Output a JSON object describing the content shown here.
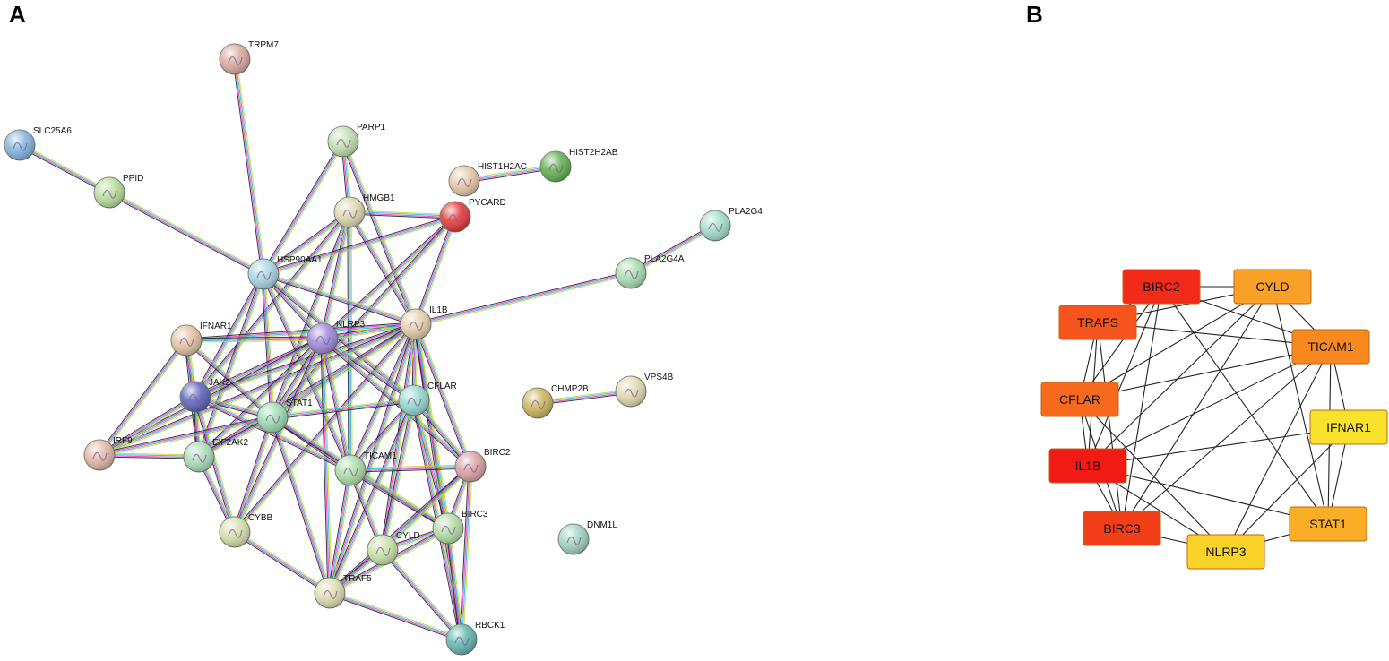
{
  "panels": {
    "a": {
      "label": "A",
      "nodes": [
        {
          "id": "TRPM7",
          "label": "TRPM7",
          "color": "#d9a79c"
        },
        {
          "id": "SLC25A6",
          "label": "SLC25A6",
          "color": "#7fb2dd"
        },
        {
          "id": "PPID",
          "label": "PPID",
          "color": "#b8dc9a"
        },
        {
          "id": "PARP1",
          "label": "PARP1",
          "color": "#c3deb0"
        },
        {
          "id": "HMGB1",
          "label": "HMGB1",
          "color": "#ddd7ad"
        },
        {
          "id": "HIST1H2AC",
          "label": "HIST1H2AC",
          "color": "#e6c6a8"
        },
        {
          "id": "HIST2H2AB",
          "label": "HIST2H2AB",
          "color": "#5fae4f"
        },
        {
          "id": "PYCARD",
          "label": "PYCARD",
          "color": "#e03535"
        },
        {
          "id": "PLA2G4",
          "label": "PLA2G4",
          "color": "#9fdcc8"
        },
        {
          "id": "PLA2G4A",
          "label": "PLA2G4A",
          "color": "#a8dcae"
        },
        {
          "id": "HSP90AA1",
          "label": "HSP90AA1",
          "color": "#a6d3e4"
        },
        {
          "id": "IL1B",
          "label": "IL1B",
          "color": "#e2cfa8"
        },
        {
          "id": "NLRP3",
          "label": "NLRP3",
          "color": "#9d86d8"
        },
        {
          "id": "IFNAR1",
          "label": "IFNAR1",
          "color": "#e3c2a3"
        },
        {
          "id": "JAK2",
          "label": "JAK2",
          "color": "#5b5fb8"
        },
        {
          "id": "STAT1",
          "label": "STAT1",
          "color": "#98dcb0"
        },
        {
          "id": "CFLAR",
          "label": "CFLAR",
          "color": "#93d6cf"
        },
        {
          "id": "CHMP2B",
          "label": "CHMP2B",
          "color": "#c9b45a"
        },
        {
          "id": "VPS4B",
          "label": "VPS4B",
          "color": "#e3d8ae"
        },
        {
          "id": "IRF9",
          "label": "IRF9",
          "color": "#e2b5a7"
        },
        {
          "id": "EIF2AK2",
          "label": "EIF2AK2",
          "color": "#a8dcb8"
        },
        {
          "id": "TICAM1",
          "label": "TICAM1",
          "color": "#aadca6"
        },
        {
          "id": "BIRC2",
          "label": "BIRC2",
          "color": "#d9a0a6"
        },
        {
          "id": "BIRC3",
          "label": "BIRC3",
          "color": "#b4dca6"
        },
        {
          "id": "DNM1L",
          "label": "DNM1L",
          "color": "#9fd2c0"
        },
        {
          "id": "CYBB",
          "label": "CYBB",
          "color": "#d4deaa"
        },
        {
          "id": "CYLD",
          "label": "CYLD",
          "color": "#c8e0a6"
        },
        {
          "id": "TRAF5",
          "label": "TRAF5",
          "color": "#dedcb0"
        },
        {
          "id": "RBCK1",
          "label": "RBCK1",
          "color": "#5fb5ae"
        }
      ],
      "edges": [
        [
          "TRPM7",
          "HSP90AA1"
        ],
        [
          "SLC25A6",
          "PPID"
        ],
        [
          "PPID",
          "HSP90AA1"
        ],
        [
          "PARP1",
          "HMGB1"
        ],
        [
          "PARP1",
          "HSP90AA1"
        ],
        [
          "PARP1",
          "IL1B"
        ],
        [
          "HIST1H2AC",
          "HIST2H2AB"
        ],
        [
          "PLA2G4",
          "PLA2G4A"
        ],
        [
          "PLA2G4A",
          "IL1B"
        ],
        [
          "CHMP2B",
          "VPS4B"
        ],
        [
          "HMGB1",
          "PYCARD"
        ],
        [
          "HMGB1",
          "HSP90AA1"
        ],
        [
          "HMGB1",
          "NLRP3"
        ],
        [
          "HMGB1",
          "IL1B"
        ],
        [
          "HMGB1",
          "STAT1"
        ],
        [
          "HMGB1",
          "TICAM1"
        ],
        [
          "HMGB1",
          "JAK2"
        ],
        [
          "PYCARD",
          "NLRP3"
        ],
        [
          "PYCARD",
          "IL1B"
        ],
        [
          "PYCARD",
          "HSP90AA1"
        ],
        [
          "PYCARD",
          "STAT1"
        ],
        [
          "HSP90AA1",
          "NLRP3"
        ],
        [
          "HSP90AA1",
          "IL1B"
        ],
        [
          "HSP90AA1",
          "STAT1"
        ],
        [
          "HSP90AA1",
          "JAK2"
        ],
        [
          "HSP90AA1",
          "CFLAR"
        ],
        [
          "HSP90AA1",
          "EIF2AK2"
        ],
        [
          "HSP90AA1",
          "TICAM1"
        ],
        [
          "IL1B",
          "NLRP3"
        ],
        [
          "IL1B",
          "IFNAR1"
        ],
        [
          "IL1B",
          "JAK2"
        ],
        [
          "IL1B",
          "STAT1"
        ],
        [
          "IL1B",
          "CFLAR"
        ],
        [
          "IL1B",
          "TICAM1"
        ],
        [
          "IL1B",
          "BIRC3"
        ],
        [
          "IL1B",
          "CYLD"
        ],
        [
          "IL1B",
          "TRAF5"
        ],
        [
          "IL1B",
          "CYBB"
        ],
        [
          "IL1B",
          "IRF9"
        ],
        [
          "IL1B",
          "EIF2AK2"
        ],
        [
          "IL1B",
          "BIRC2"
        ],
        [
          "IL1B",
          "RBCK1"
        ],
        [
          "NLRP3",
          "IFNAR1"
        ],
        [
          "NLRP3",
          "JAK2"
        ],
        [
          "NLRP3",
          "STAT1"
        ],
        [
          "NLRP3",
          "CFLAR"
        ],
        [
          "NLRP3",
          "TICAM1"
        ],
        [
          "NLRP3",
          "CYBB"
        ],
        [
          "NLRP3",
          "EIF2AK2"
        ],
        [
          "NLRP3",
          "BIRC2"
        ],
        [
          "NLRP3",
          "TRAF5"
        ],
        [
          "NLRP3",
          "IRF9"
        ],
        [
          "IFNAR1",
          "JAK2"
        ],
        [
          "IFNAR1",
          "STAT1"
        ],
        [
          "IFNAR1",
          "IRF9"
        ],
        [
          "IFNAR1",
          "EIF2AK2"
        ],
        [
          "JAK2",
          "STAT1"
        ],
        [
          "JAK2",
          "IRF9"
        ],
        [
          "JAK2",
          "EIF2AK2"
        ],
        [
          "JAK2",
          "CYBB"
        ],
        [
          "JAK2",
          "TICAM1"
        ],
        [
          "STAT1",
          "IRF9"
        ],
        [
          "STAT1",
          "EIF2AK2"
        ],
        [
          "STAT1",
          "CFLAR"
        ],
        [
          "STAT1",
          "CYBB"
        ],
        [
          "STAT1",
          "TICAM1"
        ],
        [
          "STAT1",
          "BIRC3"
        ],
        [
          "STAT1",
          "TRAF5"
        ],
        [
          "IRF9",
          "EIF2AK2"
        ],
        [
          "EIF2AK2",
          "CYBB"
        ],
        [
          "CFLAR",
          "TICAM1"
        ],
        [
          "CFLAR",
          "BIRC2"
        ],
        [
          "CFLAR",
          "BIRC3"
        ],
        [
          "CFLAR",
          "CYLD"
        ],
        [
          "CFLAR",
          "TRAF5"
        ],
        [
          "CFLAR",
          "RBCK1"
        ],
        [
          "TICAM1",
          "BIRC2"
        ],
        [
          "TICAM1",
          "BIRC3"
        ],
        [
          "TICAM1",
          "CYLD"
        ],
        [
          "TICAM1",
          "TRAF5"
        ],
        [
          "BIRC2",
          "BIRC3"
        ],
        [
          "BIRC2",
          "CYLD"
        ],
        [
          "BIRC2",
          "TRAF5"
        ],
        [
          "BIRC2",
          "RBCK1"
        ],
        [
          "BIRC3",
          "CYLD"
        ],
        [
          "BIRC3",
          "TRAF5"
        ],
        [
          "BIRC3",
          "RBCK1"
        ],
        [
          "CYLD",
          "TRAF5"
        ],
        [
          "CYLD",
          "RBCK1"
        ],
        [
          "TRAF5",
          "RBCK1"
        ],
        [
          "CYBB",
          "TRAF5"
        ]
      ],
      "edge_colors": [
        "#c7d82d",
        "#2fb3e5",
        "#e23bd0",
        "#222222"
      ]
    },
    "b": {
      "label": "B",
      "nodes": [
        {
          "id": "BIRC2",
          "label": "BIRC2",
          "color": "#f22a1a"
        },
        {
          "id": "CYLD",
          "label": "CYLD",
          "color": "#f9a027"
        },
        {
          "id": "TRAFS",
          "label": "TRAFS",
          "color": "#f5551c"
        },
        {
          "id": "TICAM1",
          "label": "TICAM1",
          "color": "#f7891f"
        },
        {
          "id": "CFLAR",
          "label": "CFLAR",
          "color": "#f76a1e"
        },
        {
          "id": "IFNAR1",
          "label": "IFNAR1",
          "color": "#f9e22b"
        },
        {
          "id": "IL1B",
          "label": "IL1B",
          "color": "#f21a14"
        },
        {
          "id": "BIRC3",
          "label": "BIRC3",
          "color": "#f23f18"
        },
        {
          "id": "STAT1",
          "label": "STAT1",
          "color": "#f9ae25"
        },
        {
          "id": "NLRP3",
          "label": "NLRP3",
          "color": "#f9d327"
        }
      ],
      "edges": [
        [
          "BIRC2",
          "CYLD"
        ],
        [
          "BIRC2",
          "TRAFS"
        ],
        [
          "BIRC2",
          "TICAM1"
        ],
        [
          "BIRC2",
          "CFLAR"
        ],
        [
          "BIRC2",
          "IL1B"
        ],
        [
          "BIRC2",
          "BIRC3"
        ],
        [
          "BIRC2",
          "STAT1"
        ],
        [
          "CYLD",
          "TRAFS"
        ],
        [
          "CYLD",
          "TICAM1"
        ],
        [
          "CYLD",
          "IL1B"
        ],
        [
          "CYLD",
          "BIRC3"
        ],
        [
          "CYLD",
          "CFLAR"
        ],
        [
          "CYLD",
          "STAT1"
        ],
        [
          "TRAFS",
          "TICAM1"
        ],
        [
          "TRAFS",
          "CFLAR"
        ],
        [
          "TRAFS",
          "IL1B"
        ],
        [
          "TRAFS",
          "BIRC3"
        ],
        [
          "TICAM1",
          "CFLAR"
        ],
        [
          "TICAM1",
          "IL1B"
        ],
        [
          "TICAM1",
          "BIRC3"
        ],
        [
          "TICAM1",
          "IFNAR1"
        ],
        [
          "TICAM1",
          "NLRP3"
        ],
        [
          "CFLAR",
          "IL1B"
        ],
        [
          "CFLAR",
          "BIRC3"
        ],
        [
          "CFLAR",
          "NLRP3"
        ],
        [
          "IFNAR1",
          "IL1B"
        ],
        [
          "IFNAR1",
          "STAT1"
        ],
        [
          "IFNAR1",
          "NLRP3"
        ],
        [
          "IL1B",
          "BIRC3"
        ],
        [
          "IL1B",
          "STAT1"
        ],
        [
          "IL1B",
          "NLRP3"
        ],
        [
          "BIRC3",
          "NLRP3"
        ],
        [
          "STAT1",
          "NLRP3"
        ],
        [
          "TICAM1",
          "STAT1"
        ]
      ],
      "edge_color": "#222222"
    }
  }
}
